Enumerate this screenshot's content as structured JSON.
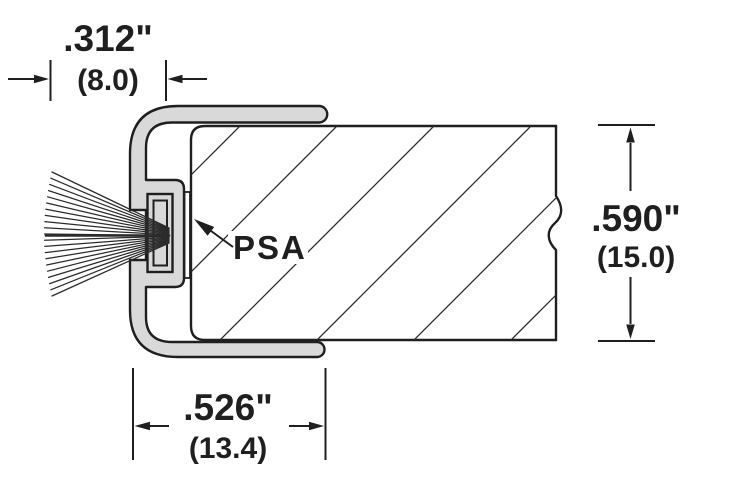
{
  "diagram": {
    "description": "Brush seal weatherstrip cross-section with PSA adhesive mounting",
    "labels": {
      "psa": "PSA"
    },
    "dimensions": {
      "top": {
        "inches": ".312\"",
        "metric": "(8.0)"
      },
      "bottom": {
        "inches": ".526\"",
        "metric": "(13.4)"
      },
      "right": {
        "inches": ".590\"",
        "metric": "(15.0)"
      }
    },
    "colors": {
      "outline": "#1f1f1f",
      "channel_fill": "#d9d9d9",
      "background": "#ffffff",
      "bristle": "#2b2b2b"
    }
  }
}
